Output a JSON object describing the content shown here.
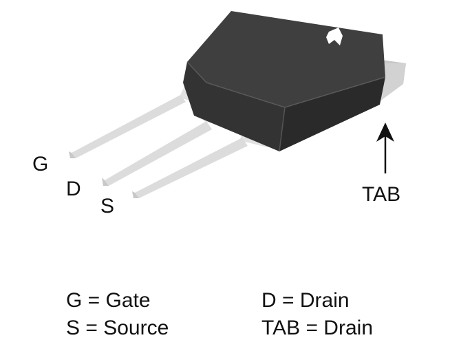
{
  "pins": {
    "g": "G",
    "d": "D",
    "s": "S",
    "tab": "TAB"
  },
  "legend": {
    "gate": "G = Gate",
    "source": "S = Source",
    "drain": "D = Drain",
    "tab_drain": "TAB = Drain"
  },
  "colors": {
    "body": "#3d3d3d",
    "body_top": "#4a4a4a",
    "body_side": "#2b2b2b",
    "tab": "#c8c8c8",
    "leads": "#d9d9d9",
    "arrow": "#111111"
  },
  "icons": {
    "logo": "manufacturer-logo-icon"
  }
}
